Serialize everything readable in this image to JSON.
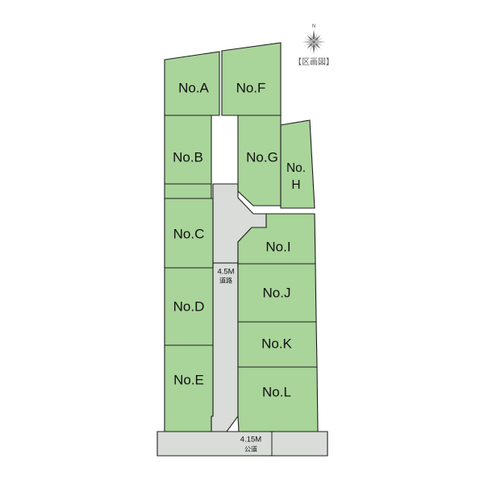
{
  "title": "区画図",
  "caption": "【区画図】",
  "compass": {
    "north_label": "N",
    "name": "compass-rose"
  },
  "colors": {
    "parcel_fill": "#a9d49a",
    "road_fill": "#d9dcd9",
    "outline": "#1f1f1f",
    "background": "#ffffff"
  },
  "parcels": [
    {
      "id": "A",
      "label": "No.A"
    },
    {
      "id": "B",
      "label": "No.B"
    },
    {
      "id": "C",
      "label": "No.C"
    },
    {
      "id": "D",
      "label": "No.D"
    },
    {
      "id": "E",
      "label": "No.E"
    },
    {
      "id": "F",
      "label": "No.F"
    },
    {
      "id": "G",
      "label": "No.G"
    },
    {
      "id": "H",
      "label_line1": "No.",
      "label_line2": "H"
    },
    {
      "id": "I",
      "label": "No.I"
    },
    {
      "id": "J",
      "label": "No.J"
    },
    {
      "id": "K",
      "label": "No.K"
    },
    {
      "id": "L",
      "label": "No.L"
    }
  ],
  "roads": [
    {
      "id": "interior",
      "width_label": "4.5M",
      "type_label": "道路"
    },
    {
      "id": "public",
      "width_label": "4.15M",
      "type_label": "公道"
    }
  ]
}
